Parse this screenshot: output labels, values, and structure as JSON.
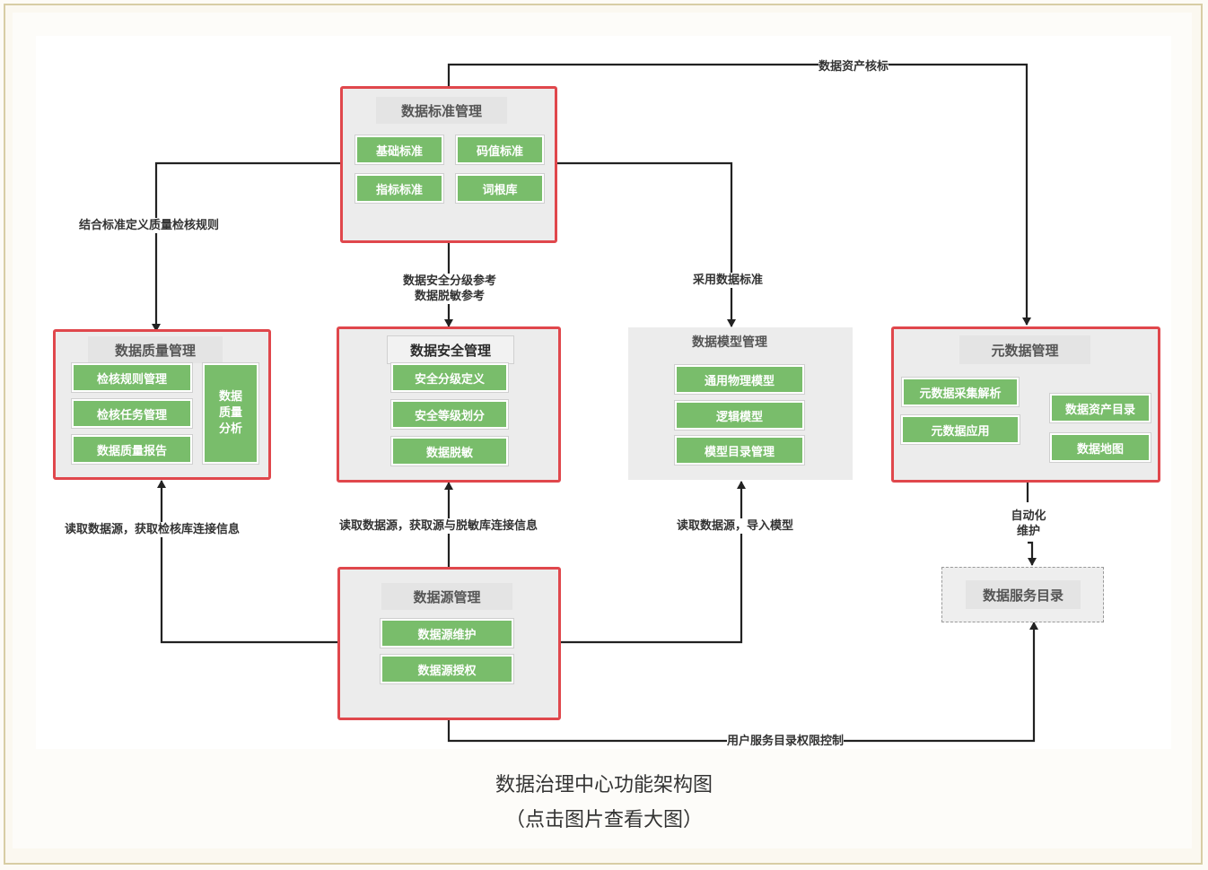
{
  "diagram": {
    "standard_panel": {
      "title": "数据标准管理",
      "items": [
        "基础标准",
        "码值标准",
        "指标标准",
        "词根库"
      ]
    },
    "quality_panel": {
      "title": "数据质量管理",
      "items": [
        "检核规则管理",
        "检核任务管理",
        "数据质量报告"
      ],
      "side_item": [
        "数据",
        "质量",
        "分析"
      ]
    },
    "security_panel": {
      "title": "数据安全管理",
      "items": [
        "安全分级定义",
        "安全等级划分",
        "数据脱敏"
      ]
    },
    "model_panel": {
      "title": "数据模型管理",
      "items": [
        "通用物理模型",
        "逻辑模型",
        "模型目录管理"
      ]
    },
    "metadata_panel": {
      "title": "元数据管理",
      "items": [
        "元数据采集解析",
        "元数据应用"
      ],
      "sub_items": [
        "数据资产目录",
        "数据地图"
      ]
    },
    "source_panel": {
      "title": "数据源管理",
      "items": [
        "数据源维护",
        "数据源授权"
      ]
    },
    "service_panel": {
      "title": "数据服务目录"
    },
    "edge_labels": {
      "asset_tag": "数据资产核标",
      "quality_rule": "结合标准定义质量检核规则",
      "security_ref_1": "数据安全分级参考",
      "security_ref_2": "数据脱敏参考",
      "adopt_standard": "采用数据标准",
      "read_quality": "读取数据源，获取检核库连接信息",
      "read_security": "读取数据源，获取源与脱敏库连接信息",
      "read_model": "读取数据源，导入模型",
      "auto_1": "自动化",
      "auto_2": "维护",
      "user_service": "用户服务目录权限控制"
    }
  },
  "caption": {
    "line1": "数据治理中心功能架构图",
    "line2": "（点击图片查看大图）"
  },
  "colors": {
    "panel_border": "#e0474c",
    "chip_green": "#79bd6b",
    "panel_gray": "#ececec",
    "line": "#222222"
  }
}
